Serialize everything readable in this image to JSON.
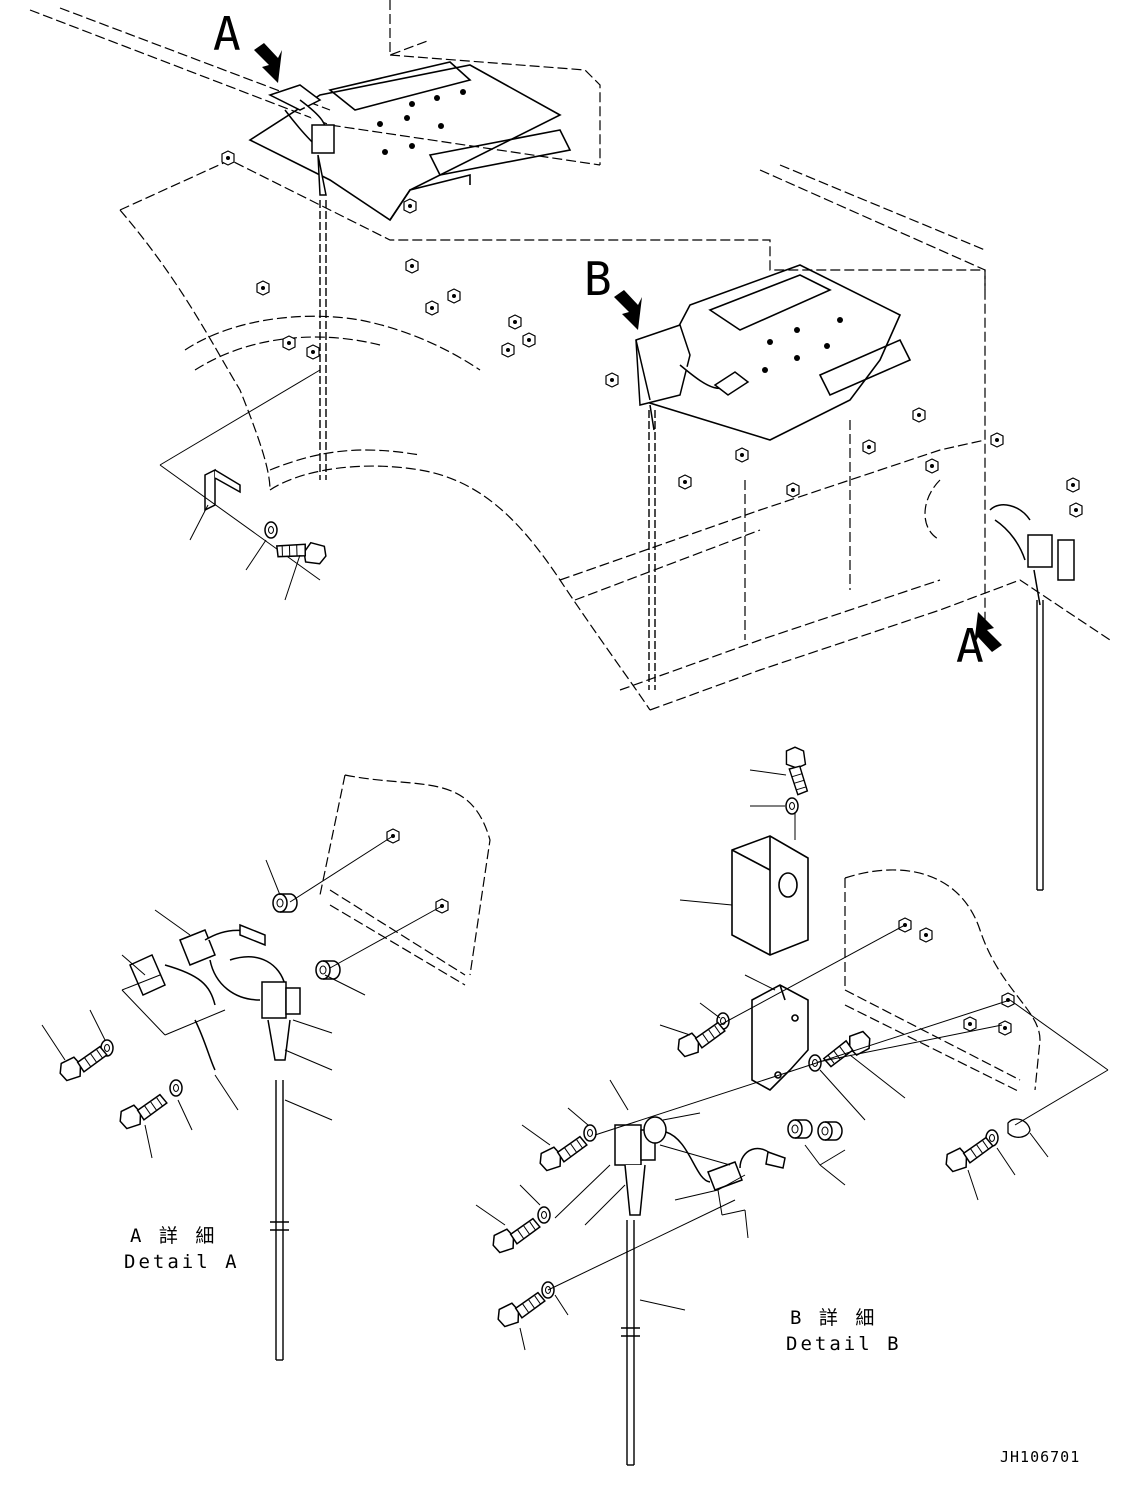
{
  "callouts": {
    "a_top": "A",
    "b_mid": "B",
    "a_right": "A"
  },
  "details": {
    "a_jp": "A 詳 細",
    "a_en": "Detail A",
    "b_jp": "B 詳 細",
    "b_en": "Detail B"
  },
  "drawing_code": "JH106701",
  "colors": {
    "ink": "#000000",
    "paper": "#ffffff"
  },
  "icons": {
    "pointer_arrow": "filled-arrow-icon",
    "bolt": "hex-bolt-icon",
    "washer": "washer-icon",
    "collar": "collar-icon"
  }
}
